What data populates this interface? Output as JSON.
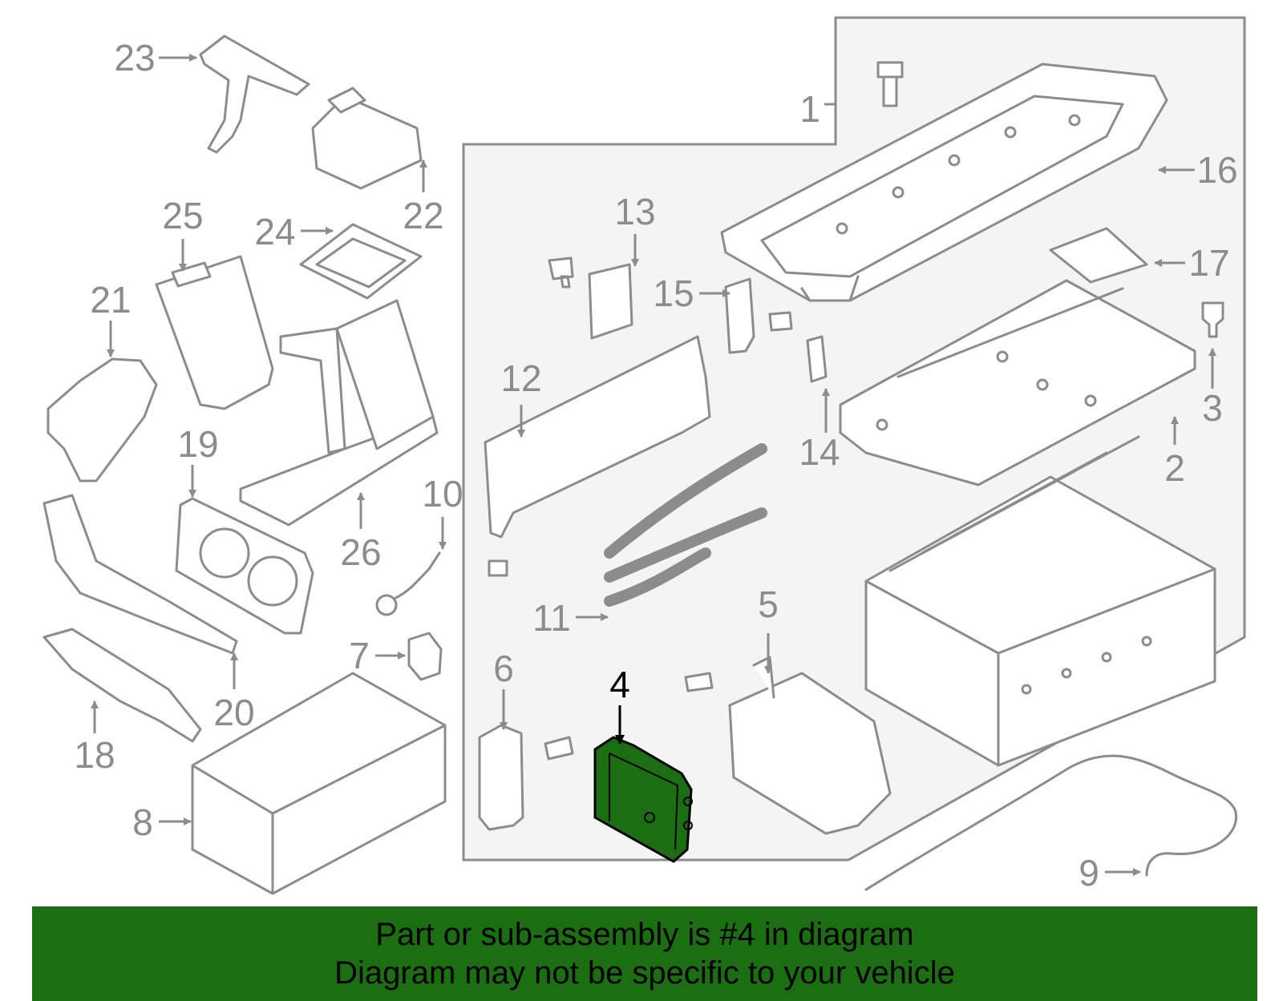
{
  "callouts": {
    "1": "1",
    "2": "2",
    "3": "3",
    "4": "4",
    "5": "5",
    "6": "6",
    "7": "7",
    "8": "8",
    "9": "9",
    "10": "10",
    "11": "11",
    "12": "12",
    "13": "13",
    "14": "14",
    "15": "15",
    "16": "16",
    "17": "17",
    "18": "18",
    "19": "19",
    "20": "20",
    "21": "21",
    "22": "22",
    "23": "23",
    "24": "24",
    "25": "25",
    "26": "26"
  },
  "highlighted_part": "4",
  "colors": {
    "line_art": "#8c8c8c",
    "highlight_fill": "#1c6e12",
    "banner_background": "#1c6e12",
    "banner_text": "#000000",
    "assembly_box_fill": "#f4f4f4"
  },
  "banner": {
    "line1": "Part or sub-assembly is #4 in diagram",
    "line2": "Diagram may not be specific to your vehicle"
  }
}
